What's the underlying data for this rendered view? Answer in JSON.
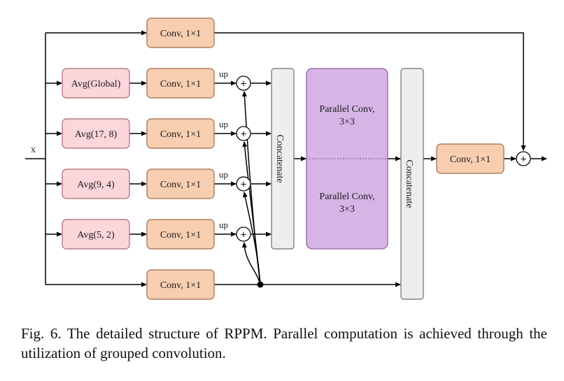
{
  "input_label": "x",
  "up_label": "up",
  "concat_label": "Concatenate",
  "conv1x1_label": "Conv, 1×1",
  "plus_symbol": "+",
  "avg_labels": [
    "Avg(Global)",
    "Avg(17, 8)",
    "Avg(9, 4)",
    "Avg(5, 2)"
  ],
  "parallel_conv": {
    "line1": "Parallel Conv,",
    "line2": "3×3"
  },
  "colors": {
    "conv_fill": "#f7ceb0",
    "conv_stroke": "#a06a48",
    "avg_fill": "#fbd6da",
    "avg_stroke": "#a86a70",
    "concat_fill": "#eeeeee",
    "concat_stroke": "#6e6e6e",
    "parallel_fill": "#d7b4e6",
    "parallel_stroke": "#8a5f9c"
  },
  "caption": "Fig. 6.  The detailed structure of RPPM. Parallel computation is achieved through the utilization of grouped convolution."
}
